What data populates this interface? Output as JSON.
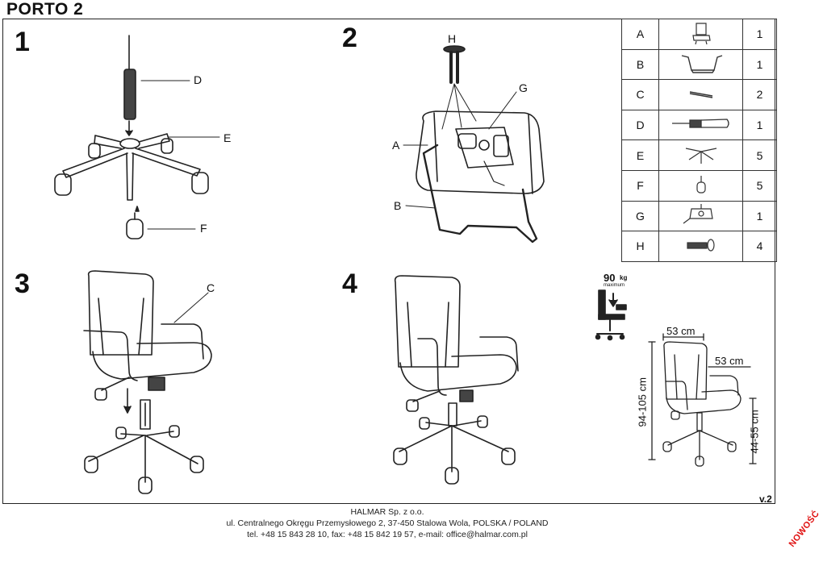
{
  "title": "PORTO 2",
  "steps": [
    "1",
    "2",
    "3",
    "4"
  ],
  "callouts": {
    "d": "D",
    "e": "E",
    "f": "F",
    "h": "H",
    "g": "G",
    "a": "A",
    "b": "B",
    "c": "C"
  },
  "parts": [
    {
      "letter": "A",
      "qty": "1",
      "icon": "seat-backrest-icon"
    },
    {
      "letter": "B",
      "qty": "1",
      "icon": "armrest-frame-icon"
    },
    {
      "letter": "C",
      "qty": "2",
      "icon": "armrest-bar-icon"
    },
    {
      "letter": "D",
      "qty": "1",
      "icon": "gas-lift-icon"
    },
    {
      "letter": "E",
      "qty": "5",
      "icon": "star-base-icon"
    },
    {
      "letter": "F",
      "qty": "5",
      "icon": "castor-icon"
    },
    {
      "letter": "G",
      "qty": "1",
      "icon": "tilt-mechanism-icon"
    },
    {
      "letter": "H",
      "qty": "4",
      "icon": "screw-icon"
    }
  ],
  "max_load": {
    "value": "90",
    "unit": "kg",
    "label": "maximum"
  },
  "dimensions": {
    "width": "53 cm",
    "depth": "53 cm",
    "height": "94-105 cm",
    "seat_height": "44-55 cm"
  },
  "version": "v.2",
  "footer": {
    "company": "HALMAR Sp. z o.o.",
    "address": "ul. Centralnego Okręgu Przemysłowego 2, 37-450 Stalowa Wola, POLSKA / POLAND",
    "contact": "tel. +48 15 843 28 10, fax: +48 15 842 19 57, e-mail: office@halmar.com.pl"
  },
  "stamp": "NOWOŚĆ",
  "colors": {
    "stamp": "#e01010",
    "line": "#222222"
  }
}
